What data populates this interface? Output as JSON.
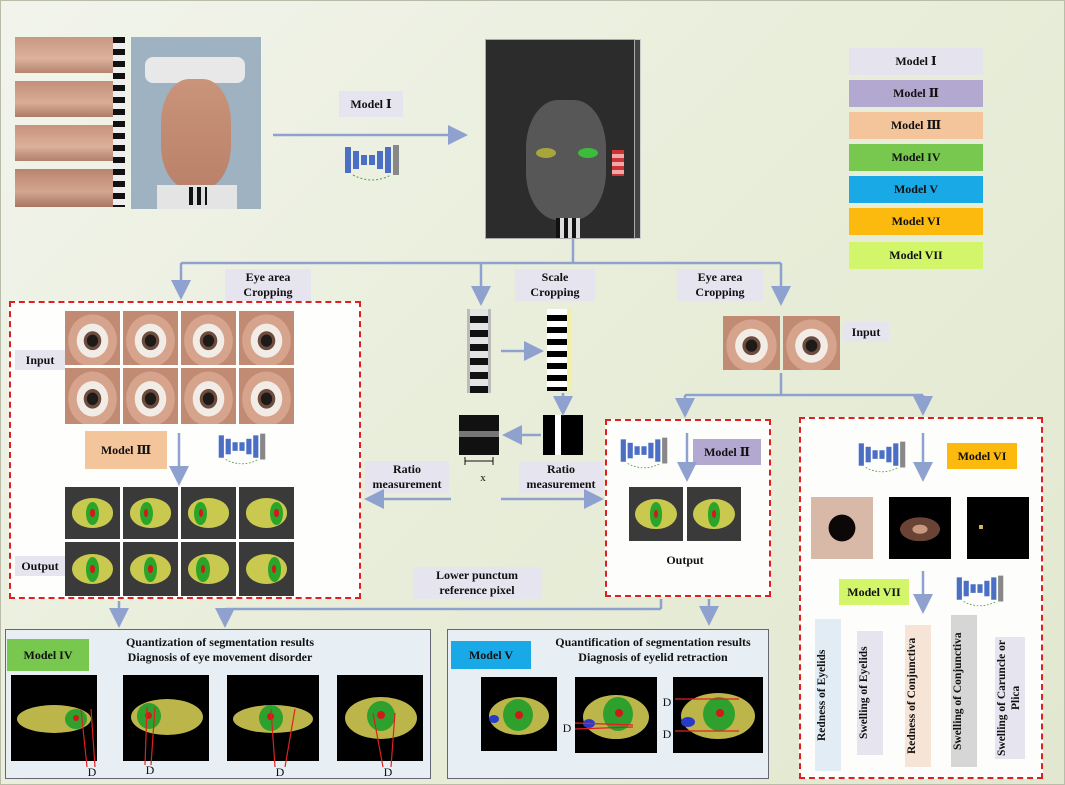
{
  "labels": {
    "model_1_top": "Model Ⅰ",
    "eye_area_cropping_left": "Eye area\nCropping",
    "scale_cropping": "Scale\nCropping",
    "eye_area_cropping_right": "Eye area\nCropping",
    "input_left": "Input",
    "input_right": "Input",
    "model_3": "Model Ⅲ",
    "output_left": "Output",
    "ratio_measurement_left": "Ratio\nmeasurement",
    "ratio_measurement_right": "Ratio\nmeasurement",
    "x_mark": "x",
    "model_2": "Model Ⅱ",
    "output_mid": "Output",
    "lower_punctum": "Lower punctum\nreference pixel",
    "model_6": "Model VI",
    "model_7": "Model VII",
    "model_4": "Model IV",
    "model_5": "Model V",
    "quant_left": "Quantization of segmentation results\nDiagnosis of eye movement disorder",
    "quant_mid": "Quantification of segmentation results\nDiagnosis of eyelid retraction",
    "d_mark": "D"
  },
  "legend": [
    {
      "label": "Model Ⅰ",
      "color": "#e5e3ee"
    },
    {
      "label": "Model Ⅱ",
      "color": "#b3a9d0"
    },
    {
      "label": "Model Ⅲ",
      "color": "#f4c49b"
    },
    {
      "label": "Model IV",
      "color": "#78c850"
    },
    {
      "label": "Model V",
      "color": "#19a9e6"
    },
    {
      "label": "Model VI",
      "color": "#fcb90e"
    },
    {
      "label": "Model VII",
      "color": "#d2f56a"
    }
  ],
  "diagnoses": [
    {
      "text": "Redness of Eyelids",
      "bg": "#e2ecf4"
    },
    {
      "text": "Swelling of Eyelids",
      "bg": "#e6e4ee"
    },
    {
      "text": "Redness of Conjunctiva",
      "bg": "#f6e4d6"
    },
    {
      "text": "Swelling of Conjunctiva",
      "bg": "#d6d6d6"
    },
    {
      "text": "Swelling of Caruncle or Plica",
      "bg": "#e6e4ee"
    }
  ]
}
